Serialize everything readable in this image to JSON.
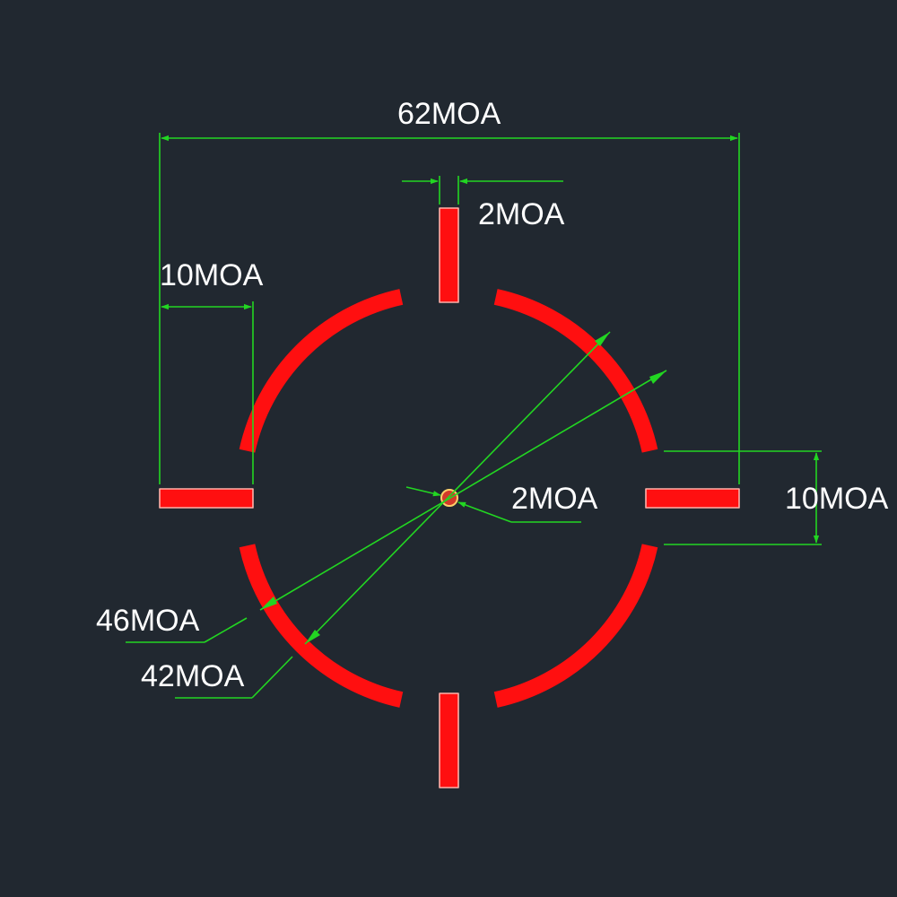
{
  "labels": {
    "overall_width": "62MOA",
    "bar_length": "10MOA",
    "bar_thickness_top": "2MOA",
    "center_dot": "2MOA",
    "bar_thickness_right": "10MOA",
    "outer_diameter": "46MOA",
    "inner_diameter": "42MOA"
  },
  "colors": {
    "background": "#212830",
    "reticle": "#ff0f10",
    "dimension_lines": "#22d622",
    "text": "#ffffff"
  }
}
